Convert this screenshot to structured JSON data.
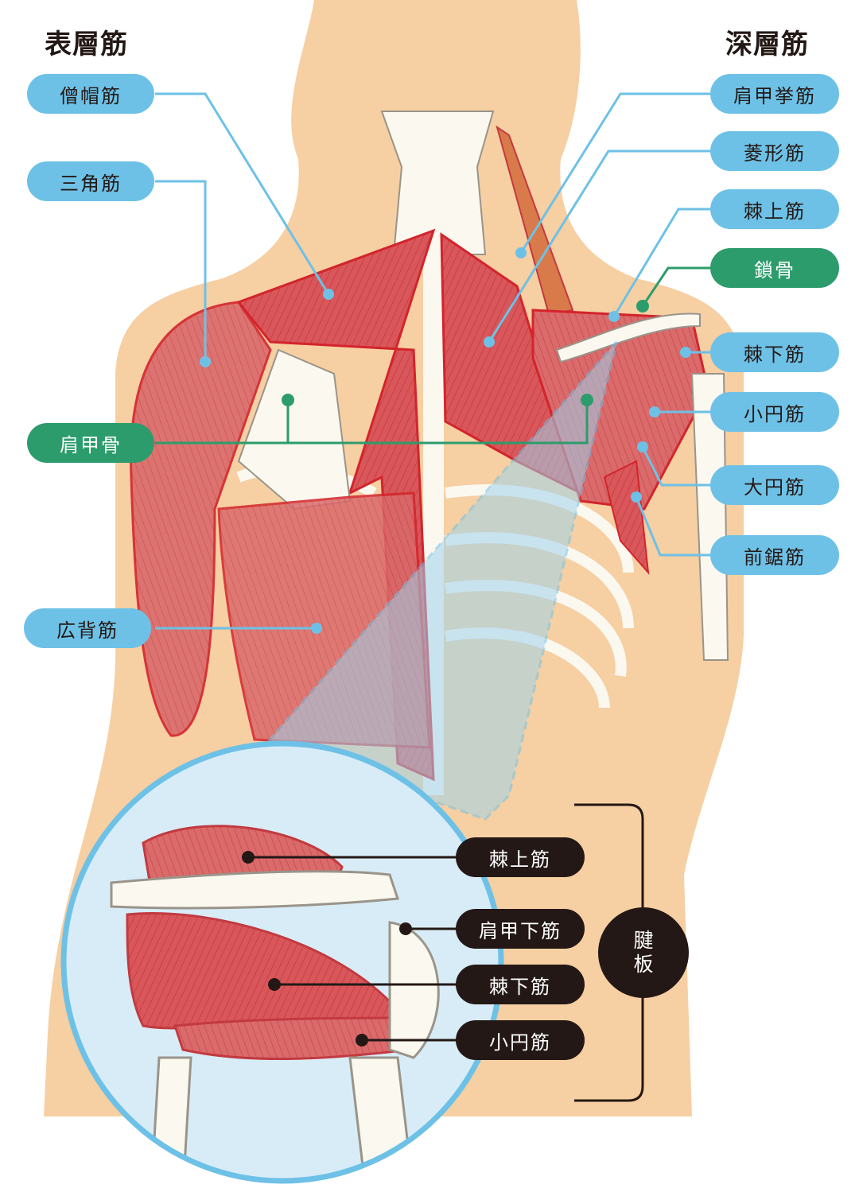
{
  "headings": {
    "superficial": "表層筋",
    "deep": "深層筋"
  },
  "left_labels": [
    {
      "label": "僧帽筋",
      "color": "blue"
    },
    {
      "label": "三角筋",
      "color": "blue"
    },
    {
      "label": "肩甲骨",
      "color": "green"
    },
    {
      "label": "広背筋",
      "color": "blue"
    }
  ],
  "right_labels": [
    {
      "label": "肩甲挙筋",
      "color": "blue"
    },
    {
      "label": "菱形筋",
      "color": "blue"
    },
    {
      "label": "棘上筋",
      "color": "blue"
    },
    {
      "label": "鎖骨",
      "color": "green"
    },
    {
      "label": "棘下筋",
      "color": "blue"
    },
    {
      "label": "小円筋",
      "color": "blue"
    },
    {
      "label": "大円筋",
      "color": "blue"
    },
    {
      "label": "前鋸筋",
      "color": "blue"
    }
  ],
  "inset_labels": [
    {
      "label": "棘上筋"
    },
    {
      "label": "肩甲下筋"
    },
    {
      "label": "棘下筋"
    },
    {
      "label": "小円筋"
    }
  ],
  "rotator_cuff": {
    "line1": "腱",
    "line2": "板"
  },
  "colors": {
    "label_blue": "#6ec1e6",
    "label_green": "#2d9c6c",
    "dark": "#231815",
    "skin": "#f6cfa2",
    "muscle": "#d9575a",
    "bone": "#fbf8ef"
  }
}
